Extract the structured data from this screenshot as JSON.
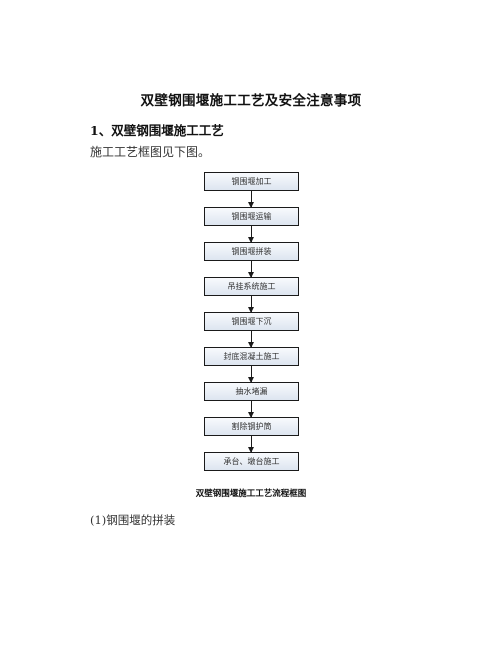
{
  "document": {
    "title": "双壁钢围堰施工工艺及安全注意事项",
    "section_heading": "1、双壁钢围堰施工工艺",
    "intro_text": "施工工艺框图见下图。",
    "flowchart_steps": [
      "钢围堰加工",
      "钢围堰运输",
      "钢围堰拼装",
      "吊挂系统施工",
      "钢围堰下沉",
      "封底混凝土施工",
      "抽水堵漏",
      "割除钢护筒",
      "承台、墩台施工"
    ],
    "flowchart_caption": "双壁钢围堰施工工艺流程框图",
    "sub_heading": "(1)钢围堰的拼装"
  }
}
